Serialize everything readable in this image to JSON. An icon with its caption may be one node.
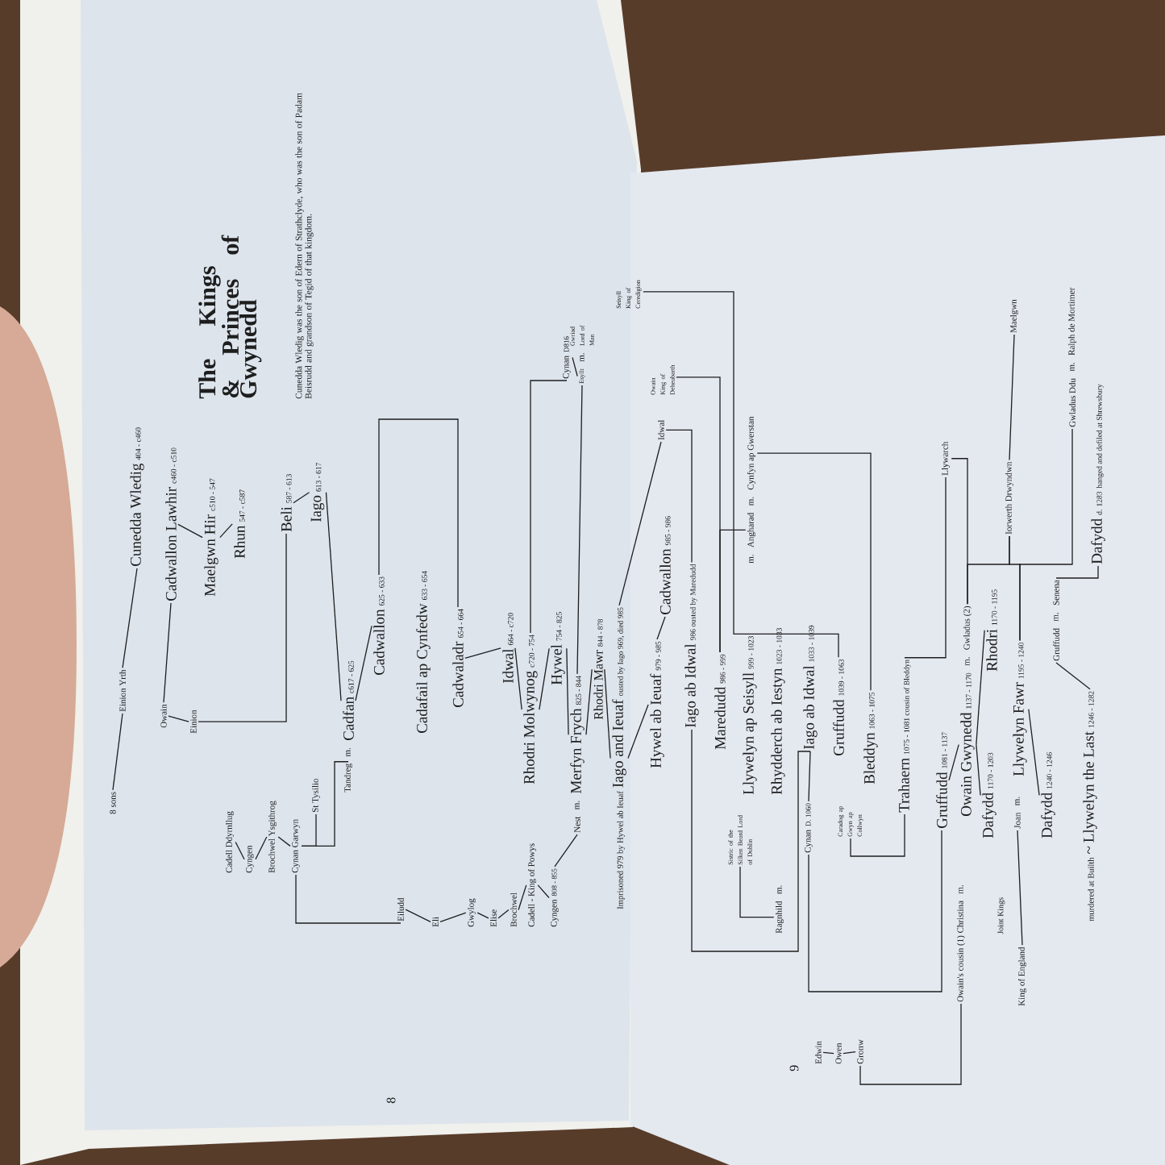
{
  "diagram": {
    "title": "The Kings & Princes of Gwynedd",
    "nodes": [
      {
        "text": [
          "8 sons"
        ]
      },
      {
        "text": [
          "Einion Yrth"
        ]
      },
      {
        "text": [
          "Cunedda Wledig"
        ],
        "beside": [
          "404 - c460"
        ]
      },
      {
        "text": [
          "Owain"
        ]
      },
      {
        "text": [
          "Cadwallon Lawhir"
        ],
        "beside": [
          "c460 - c510"
        ]
      },
      {
        "text": [
          "Einion"
        ]
      },
      {
        "text": [
          "Maelgwn Hir"
        ],
        "beside": [
          "c510 - 547"
        ]
      },
      {
        "text": [
          "Rhun"
        ],
        "beside": [
          "547 - c587"
        ]
      },
      {
        "text": [
          "Cadell Ddyrnllug"
        ]
      },
      {
        "text": [
          "Cyngen"
        ]
      },
      {
        "text": [
          "Brochwel Ysgithrog"
        ]
      },
      {
        "text": [
          "Beli"
        ],
        "beside": [
          "587 - 613"
        ]
      },
      {
        "text": [
          "Cynan Garwyn"
        ]
      },
      {
        "text": [
          "St Tysilio"
        ]
      },
      {
        "text": [
          "Iago"
        ],
        "beside": [
          "613 - 617"
        ]
      },
      {
        "text": [
          "Tandreg"
        ]
      },
      {
        "text": [
          "Cadfan"
        ],
        "beside": [
          "c617 - 625"
        ]
      },
      {
        "text": [
          "Cadwallon"
        ],
        "beside": [
          "625 - 633"
        ]
      },
      {
        "text": [
          "Cadafail ap Cynfedw"
        ],
        "beside": [
          "633 - 654"
        ]
      },
      {
        "text": [
          "Cadwaladr"
        ],
        "beside": [
          "654 - 664"
        ]
      },
      {
        "text": [
          "Eiludd"
        ]
      },
      {
        "text": [
          "Eli"
        ]
      },
      {
        "text": [
          "Gwylog"
        ]
      },
      {
        "text": [
          "Elise"
        ]
      },
      {
        "text": [
          "Brochwel"
        ]
      },
      {
        "text": [
          "Cadell - King of Powys"
        ]
      },
      {
        "text": [
          "Cyngen"
        ],
        "beside": [
          "808 - 855"
        ]
      },
      {
        "text": [
          "Idwal"
        ],
        "beside": [
          "664 - c720"
        ]
      },
      {
        "text": [
          "Rhodri Molwynog"
        ],
        "beside": [
          "c720 - 754"
        ]
      },
      {
        "text": [
          "Hywel"
        ],
        "beside": [
          "754 - 825"
        ]
      },
      {
        "text": [
          "Nest"
        ]
      },
      {
        "text": [
          "Merfyn Frych"
        ],
        "beside": [
          "825 - 844"
        ]
      },
      {
        "text": [
          "Rhodri Mawr"
        ],
        "beside": [
          "844 - 878"
        ]
      },
      {
        "text": [
          "Cynan"
        ],
        "beside": [
          "D816"
        ]
      },
      {
        "text": [
          "Esyllt"
        ]
      },
      {
        "text": [
          "Gwriad Lord of Man"
        ]
      },
      {
        "text": [
          "Seisyll King of Ceredigion"
        ]
      },
      {
        "text": [
          "Iago and Ieuaf"
        ],
        "beside": [
          "Imprisoned 979 by Hywel ab Ieuaf",
          "ousted by Iago 969, died 985"
        ]
      },
      {
        "text": [
          "Hywel ab Ieuaf"
        ],
        "beside": [
          "979 - 985"
        ]
      },
      {
        "text": [
          "Cadwallon"
        ],
        "beside": [
          "985 - 986"
        ]
      },
      {
        "text": [
          "Idwal"
        ]
      },
      {
        "text": [
          "Owain King of Deheubarth"
        ]
      },
      {
        "text": [
          "Iago ab Idwal"
        ],
        "beside": [
          "986 ousted by Maredudd"
        ]
      },
      {
        "text": [
          "Maredudd"
        ],
        "beside": [
          "986 - 999"
        ]
      },
      {
        "text": [
          "Llywelyn ap Seisyll"
        ],
        "beside": [
          "999 - 1023"
        ]
      },
      {
        "text": [
          "Angharad"
        ]
      },
      {
        "text": [
          "Cynfyn ap Gwerstan"
        ]
      },
      {
        "text": [
          "Rhydderch ab Iestyn"
        ],
        "beside": [
          "1023 - 1033"
        ]
      },
      {
        "text": [
          "Sistric of the Silken Beard Lord of Dublin"
        ]
      },
      {
        "text": [
          "Ragnhild"
        ]
      },
      {
        "text": [
          "Cynan"
        ],
        "beside": [
          "D. 1060"
        ]
      },
      {
        "text": [
          "Iago ab Idwal"
        ],
        "beside": [
          "1033 - 1039"
        ]
      },
      {
        "text": [
          "Gruffudd"
        ],
        "beside": [
          "1039 - 1063"
        ]
      },
      {
        "text": [
          "Caradog ap Gwyn ap Collwyn"
        ]
      },
      {
        "text": [
          "Bleddyn"
        ],
        "beside": [
          "1063 - 1075"
        ]
      },
      {
        "text": [
          "Edwin"
        ]
      },
      {
        "text": [
          "Owen"
        ]
      },
      {
        "text": [
          "Gronw"
        ]
      },
      {
        "text": [
          "Trahaern"
        ],
        "beside": [
          "1075 - 1081 cousin of Bleddyn"
        ]
      },
      {
        "text": [
          "Gruffudd"
        ],
        "beside": [
          "1081 - 1137"
        ]
      },
      {
        "text": [
          "Llywarch"
        ]
      },
      {
        "text": [
          "Owain's cousin (1) Christina"
        ]
      },
      {
        "text": [
          "Owain Gwynedd"
        ],
        "beside": [
          "1137 - 1170"
        ]
      },
      {
        "text": [
          "Gwladus (2)"
        ]
      },
      {
        "text": [
          "Dafydd"
        ],
        "beside": [
          "1170 - 1203"
        ]
      },
      {
        "text": [
          "Rhodri"
        ],
        "beside": [
          "1170 - 1195"
        ]
      },
      {
        "text": [
          "Iorwerth Drwyndwn"
        ]
      },
      {
        "text": [
          "Maelgwn"
        ]
      },
      {
        "text": [
          "King of England"
        ]
      },
      {
        "text": [
          "Joan"
        ]
      },
      {
        "text": [
          "Llywelyn Fawr"
        ],
        "beside": [
          "1195 - 1240"
        ]
      },
      {
        "text": [
          "Dafydd"
        ],
        "beside": [
          "1240 - 1246"
        ]
      },
      {
        "text": [
          "Gruffudd"
        ]
      },
      {
        "text": [
          "Senena"
        ]
      },
      {
        "text": [
          "Gwladus Ddu"
        ]
      },
      {
        "text": [
          "Ralph de Mortimer"
        ]
      },
      {
        "text": [
          "Llywelyn the Last"
        ],
        "beside": [
          "murdered at Builth",
          "1246 - 1282"
        ]
      },
      {
        "text": [
          "Dafydd"
        ],
        "beside": [
          "d. 1283",
          "hanged and defiled at Shrewsbury"
        ]
      }
    ],
    "edges": [
      {
        "from": 0,
        "to": 1,
        "arrow": "none"
      },
      {
        "from": 1,
        "to": 2,
        "arrow": "none"
      },
      {
        "from": 3,
        "to": 4,
        "arrow": "none"
      },
      {
        "from": 3,
        "to": 5,
        "arrow": "none"
      },
      {
        "from": 4,
        "to": 6,
        "arrow": "none"
      },
      {
        "from": 6,
        "to": 7,
        "arrow": "none"
      },
      {
        "from": 5,
        "to": 11,
        "arrow": "none"
      },
      {
        "from": 11,
        "to": 14,
        "arrow": "none"
      },
      {
        "from": 14,
        "to": 16,
        "arrow": "none"
      },
      {
        "from": 16,
        "to": 17,
        "arrow": "none"
      },
      {
        "from": 17,
        "to": 19,
        "arrow": "none"
      },
      {
        "from": 8,
        "to": 9,
        "arrow": "none"
      },
      {
        "from": 9,
        "to": 10,
        "arrow": "none"
      },
      {
        "from": 10,
        "to": 12,
        "arrow": "none"
      },
      {
        "from": 12,
        "to": 13,
        "arrow": "none"
      },
      {
        "from": 12,
        "to": 15,
        "arrow": "none"
      },
      {
        "from": 12,
        "to": 20,
        "arrow": "none"
      },
      {
        "from": 20,
        "to": 21,
        "arrow": "none"
      },
      {
        "from": 21,
        "to": 22,
        "arrow": "none"
      },
      {
        "from": 22,
        "to": 23,
        "arrow": "none"
      },
      {
        "from": 23,
        "to": 24,
        "arrow": "none"
      },
      {
        "from": 24,
        "to": 25,
        "arrow": "none"
      },
      {
        "from": 25,
        "to": 26,
        "arrow": "none"
      },
      {
        "from": 19,
        "to": 27,
        "arrow": "none"
      },
      {
        "from": 27,
        "to": 28,
        "arrow": "none"
      },
      {
        "from": 28,
        "to": 29,
        "arrow": "none"
      },
      {
        "from": 29,
        "to": 31,
        "arrow": "none"
      },
      {
        "from": 31,
        "to": 32,
        "arrow": "none"
      },
      {
        "from": 28,
        "to": 33,
        "arrow": "none"
      },
      {
        "from": 26,
        "to": 30,
        "arrow": "none"
      },
      {
        "from": 34,
        "to": 31,
        "arrow": "none"
      },
      {
        "from": 33,
        "to": 34,
        "arrow": "none"
      },
      {
        "from": 32,
        "to": 37,
        "arrow": "none"
      },
      {
        "from": 37,
        "to": 38,
        "arrow": "none"
      },
      {
        "from": 38,
        "to": 39,
        "arrow": "none"
      },
      {
        "from": 37,
        "to": 40,
        "arrow": "none"
      },
      {
        "from": 41,
        "to": 43,
        "arrow": "none"
      },
      {
        "from": 40,
        "to": 42,
        "arrow": "none"
      },
      {
        "from": 42,
        "to": 51,
        "arrow": "none"
      },
      {
        "from": 51,
        "to": 50,
        "arrow": "none"
      },
      {
        "from": 48,
        "to": 49,
        "arrow": "none"
      },
      {
        "from": 50,
        "to": 59,
        "arrow": "none"
      },
      {
        "from": 36,
        "to": 44,
        "arrow": "none"
      },
      {
        "from": 43,
        "to": 45,
        "arrow": "none"
      },
      {
        "from": 46,
        "to": 54,
        "arrow": "none"
      },
      {
        "from": 44,
        "to": 52,
        "arrow": "none"
      },
      {
        "from": 53,
        "to": 58,
        "arrow": "none"
      },
      {
        "from": 55,
        "to": 56,
        "arrow": "none"
      },
      {
        "from": 56,
        "to": 57,
        "arrow": "none"
      },
      {
        "from": 57,
        "to": 61,
        "arrow": "none"
      },
      {
        "from": 58,
        "to": 60,
        "arrow": "none"
      },
      {
        "from": 59,
        "to": 62,
        "arrow": "none"
      },
      {
        "from": 60,
        "to": 63,
        "arrow": "none"
      },
      {
        "from": 62,
        "to": 64,
        "arrow": "none"
      },
      {
        "from": 62,
        "to": 65,
        "arrow": "none"
      },
      {
        "from": 63,
        "to": 66,
        "arrow": "none"
      },
      {
        "from": 66,
        "to": 67,
        "arrow": "none"
      },
      {
        "from": 66,
        "to": 70,
        "arrow": "none"
      },
      {
        "from": 68,
        "to": 69,
        "arrow": "none"
      },
      {
        "from": 70,
        "to": 71,
        "arrow": "none"
      },
      {
        "from": 70,
        "to": 74,
        "arrow": "none"
      },
      {
        "from": 72,
        "to": 76,
        "arrow": "none"
      },
      {
        "from": 73,
        "to": 77,
        "arrow": "none"
      }
    ],
    "labels": [
      "Cunedda Wledig was the son of Edern of Strathclyde, who was the son of Padam Beisrudd and grandson of Tegid of that kingdom.",
      "m.",
      "m.",
      "m.",
      "8",
      "m.",
      "m.",
      "m.",
      "9",
      "m.",
      "m.",
      "Joint Kings",
      "m.",
      "m.",
      "m.",
      "~"
    ]
  }
}
